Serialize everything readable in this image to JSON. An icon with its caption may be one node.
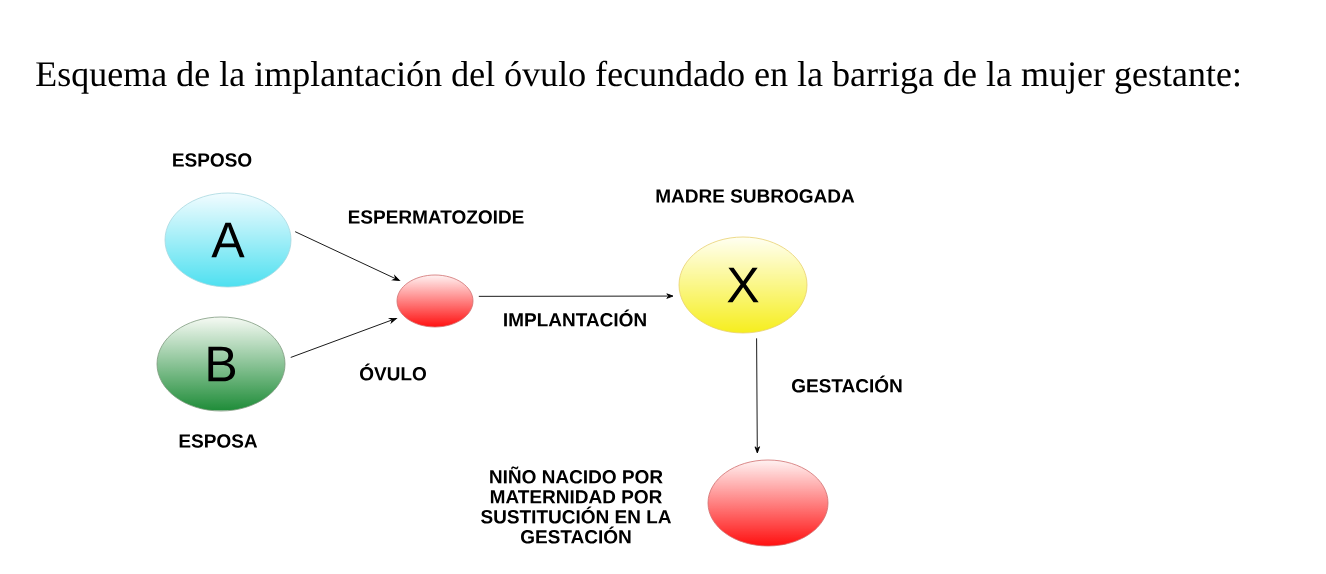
{
  "diagram": {
    "title": "Esquema de la implantación del óvulo fecundado en la barriga de la mujer gestante:",
    "nodes": [
      {
        "text": [
          "A"
        ],
        "beside": [
          "ESPOSO"
        ]
      },
      {
        "text": [
          "B"
        ],
        "beside": [
          "ESPOSA"
        ]
      },
      {
        "text": [],
        "shape": "ellipse"
      },
      {
        "text": [
          "X"
        ],
        "beside": [
          "MADRE SUBROGADA"
        ]
      },
      {
        "text": [],
        "shape": "ellipse",
        "beside": [
          "NIÑO NACIDO POR MATERNIDAD POR SUSTITUCIÓN EN LA GESTACIÓN"
        ]
      }
    ],
    "edges": [
      {
        "from": 0,
        "to": 2,
        "arrow": "to",
        "label": "ESPERMATOZOIDE"
      },
      {
        "from": 1,
        "to": 2,
        "arrow": "to",
        "label": "ÓVULO"
      },
      {
        "from": 2,
        "to": 3,
        "arrow": "to",
        "label": "IMPLANTACIÓN"
      },
      {
        "from": 3,
        "to": 4,
        "arrow": "to",
        "label": "GESTACIÓN"
      }
    ]
  }
}
